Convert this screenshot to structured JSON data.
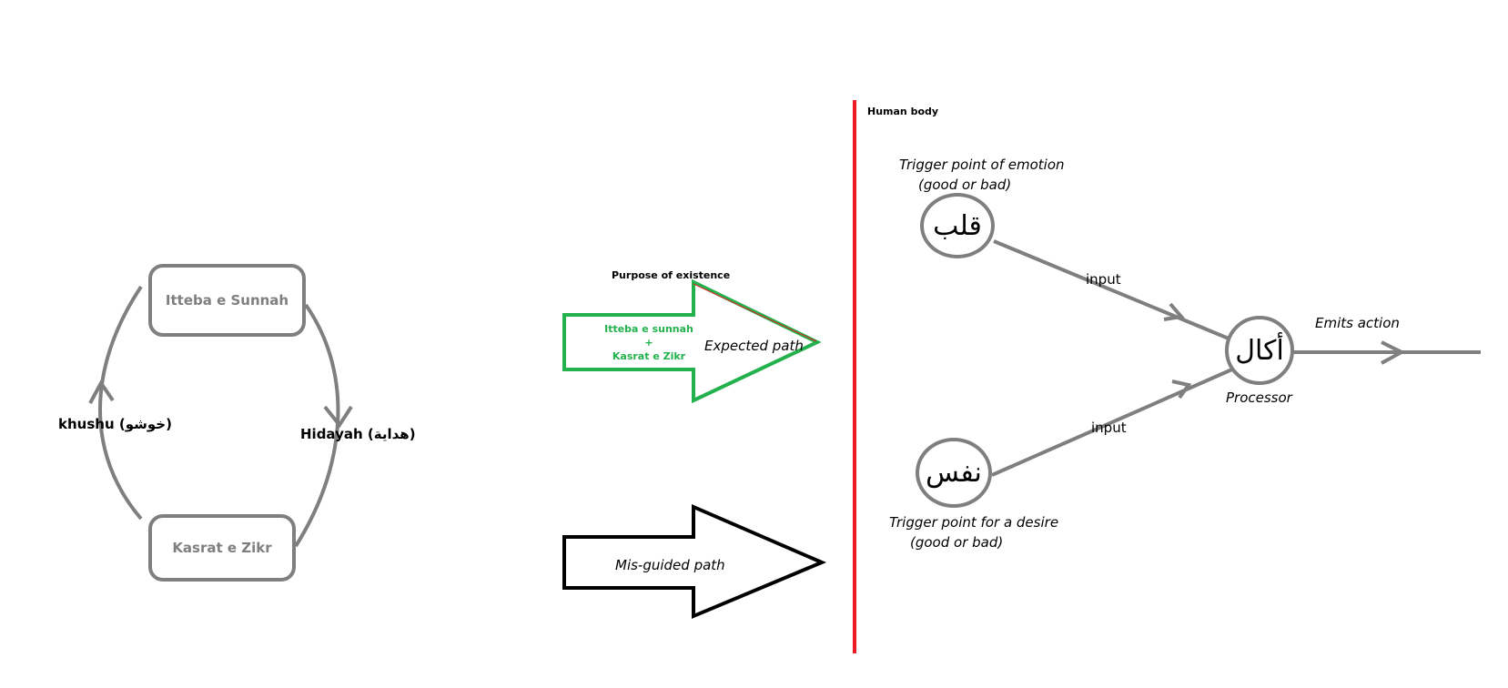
{
  "cycle": {
    "top_box": "Itteba e Sunnah",
    "bottom_box": "Kasrat e Zikr",
    "left_label": "khushu (خوشو)",
    "right_label": "Hidayah (هداية)"
  },
  "arrows": {
    "purpose_title": "Purpose of existence",
    "green_line1": "Itteba e sunnah",
    "green_plus": "+",
    "green_line2": "Kasrat e Zikr",
    "expected_path": "Expected path",
    "misguided_path": "Mis-guided path"
  },
  "body": {
    "title": "Human body",
    "qalb": "قلب",
    "qalb_caption_1": "Trigger point of emotion",
    "qalb_caption_2": "(good or bad)",
    "nafs": "نفس",
    "nafs_caption_1": "Trigger point for a desire",
    "nafs_caption_2": "(good or bad)",
    "input_top": "input",
    "input_bottom": "input",
    "akaal": "أكال",
    "processor": "Processor",
    "emits_action": "Emits action"
  },
  "colors": {
    "gray": "#7f7f7f",
    "green": "#22b14c",
    "red": "#ed1c24",
    "black": "#000000"
  }
}
